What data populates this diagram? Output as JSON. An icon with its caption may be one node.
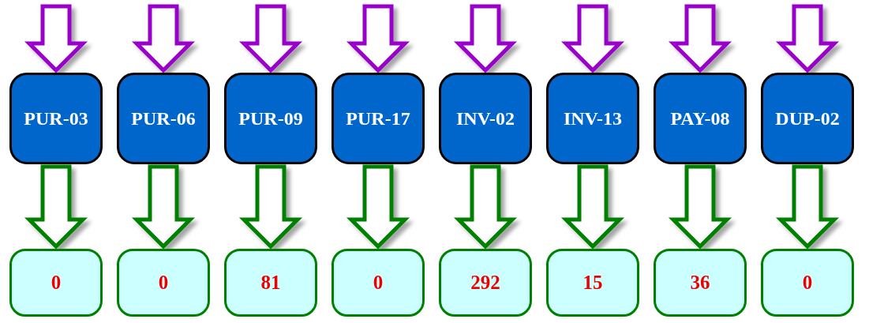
{
  "diagram": {
    "nodes": [
      {
        "text": [
          "PUR-03"
        ]
      },
      {
        "text": [
          "PUR-06"
        ]
      },
      {
        "text": [
          "PUR-09"
        ]
      },
      {
        "text": [
          "PUR-17"
        ]
      },
      {
        "text": [
          "INV-02"
        ]
      },
      {
        "text": [
          "INV-13"
        ]
      },
      {
        "text": [
          "PAY-08"
        ]
      },
      {
        "text": [
          "DUP-02"
        ]
      },
      {
        "text": [
          "0"
        ]
      },
      {
        "text": [
          "0"
        ]
      },
      {
        "text": [
          "81"
        ]
      },
      {
        "text": [
          "0"
        ]
      },
      {
        "text": [
          "292"
        ]
      },
      {
        "text": [
          "15"
        ]
      },
      {
        "text": [
          "36"
        ]
      },
      {
        "text": [
          "0"
        ]
      }
    ],
    "edges": [
      {
        "from": null,
        "to": 0,
        "arrow": "to",
        "color": "#9900cc"
      },
      {
        "from": null,
        "to": 1,
        "arrow": "to",
        "color": "#9900cc"
      },
      {
        "from": null,
        "to": 2,
        "arrow": "to",
        "color": "#9900cc"
      },
      {
        "from": null,
        "to": 3,
        "arrow": "to",
        "color": "#9900cc"
      },
      {
        "from": null,
        "to": 4,
        "arrow": "to",
        "color": "#9900cc"
      },
      {
        "from": null,
        "to": 5,
        "arrow": "to",
        "color": "#9900cc"
      },
      {
        "from": null,
        "to": 6,
        "arrow": "to",
        "color": "#9900cc"
      },
      {
        "from": null,
        "to": 7,
        "arrow": "to",
        "color": "#9900cc"
      },
      {
        "from": 0,
        "to": 8,
        "arrow": "to",
        "color": "#008000"
      },
      {
        "from": 1,
        "to": 9,
        "arrow": "to",
        "color": "#008000"
      },
      {
        "from": 2,
        "to": 10,
        "arrow": "to",
        "color": "#008000"
      },
      {
        "from": 3,
        "to": 11,
        "arrow": "to",
        "color": "#008000"
      },
      {
        "from": 4,
        "to": 12,
        "arrow": "to",
        "color": "#008000"
      },
      {
        "from": 5,
        "to": 13,
        "arrow": "to",
        "color": "#008000"
      },
      {
        "from": 6,
        "to": 14,
        "arrow": "to",
        "color": "#008000"
      },
      {
        "from": 7,
        "to": 15,
        "arrow": "to",
        "color": "#008000"
      }
    ]
  }
}
